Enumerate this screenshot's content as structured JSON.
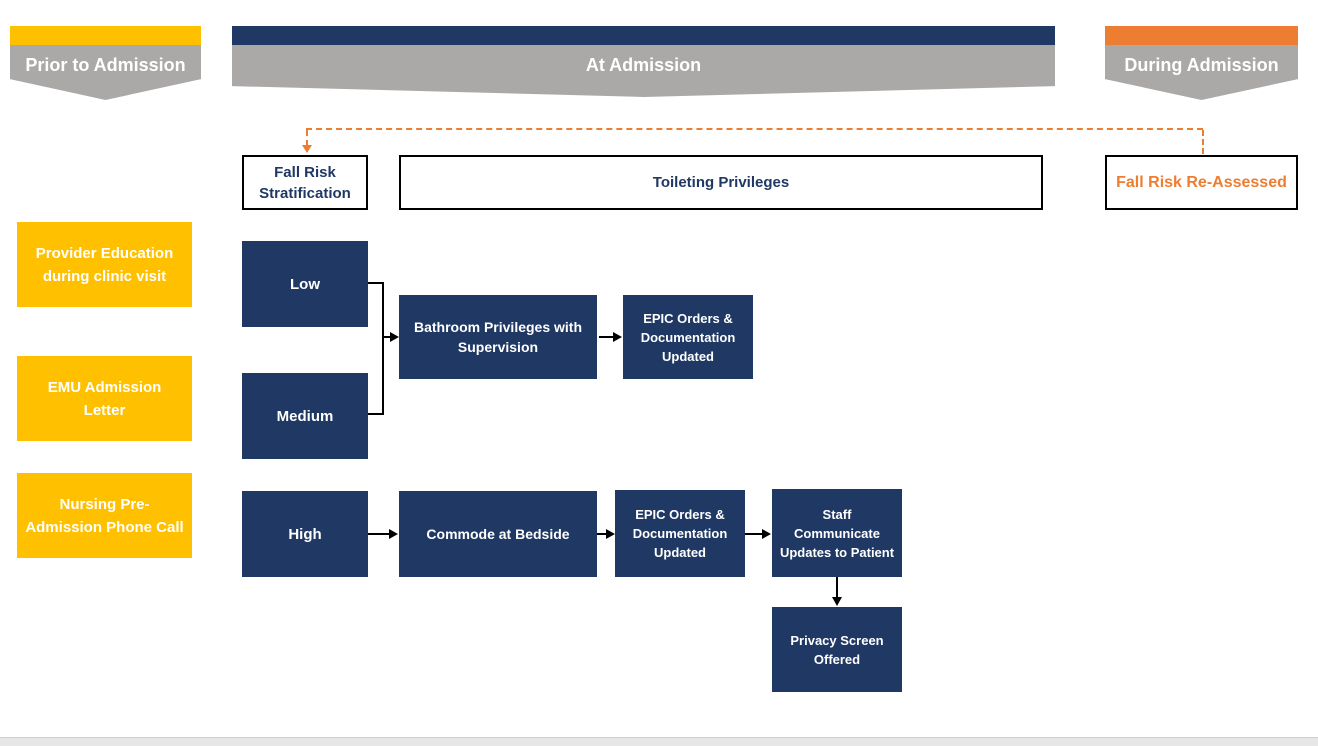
{
  "phases": {
    "prior": {
      "label": "Prior to Admission",
      "bar_color": "#FFC000"
    },
    "at_admission": {
      "label": "At Admission",
      "bar_color": "#1F3864"
    },
    "during": {
      "label": "During Admission",
      "bar_color": "#ED7D31"
    }
  },
  "prior_to_admission_steps": {
    "provider_education": "Provider Education during clinic visit",
    "emu_admission_letter": "EMU Admission Letter",
    "nursing_pre_admission_call": "Nursing Pre-Admission Phone Call"
  },
  "section_headers": {
    "fall_risk_stratification": "Fall Risk Stratification",
    "toileting_privileges": "Toileting Privileges",
    "fall_risk_reassessed": "Fall Risk Re-Assessed"
  },
  "risk_levels": {
    "low": "Low",
    "medium": "Medium",
    "high": "High"
  },
  "at_admission_steps": {
    "bathroom_privileges": "Bathroom Privileges with Supervision",
    "epic_orders_low_medium": "EPIC Orders & Documentation Updated",
    "commode_at_bedside": "Commode at Bedside",
    "epic_orders_high": "EPIC Orders & Documentation Updated",
    "staff_communicate_updates": "Staff Communicate Updates to Patient",
    "privacy_screen_offered": "Privacy Screen Offered"
  },
  "colors": {
    "gold": "#FFC000",
    "navy": "#1F3864",
    "orange": "#ED7D31",
    "banner_gray": "#ABA8A8",
    "connector_black": "#000000"
  }
}
